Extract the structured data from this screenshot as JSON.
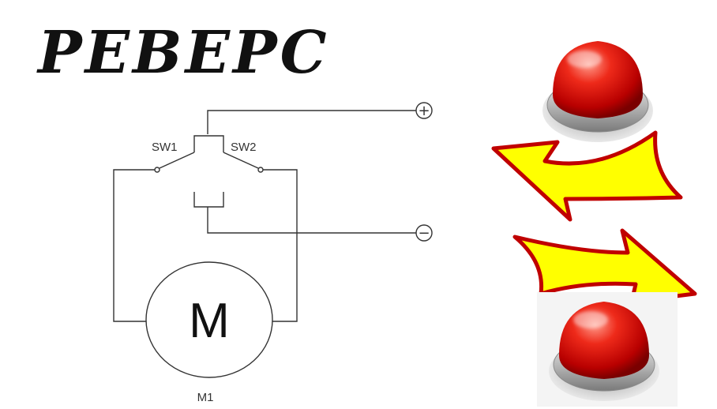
{
  "title": "РЕВЕРС",
  "diagram": {
    "plus_symbol": "+",
    "minus_symbol": "−",
    "switch1_label": "SW1",
    "switch2_label": "SW2",
    "motor_symbol": "M",
    "motor_ref": "M1"
  },
  "icons": {
    "top_button": "red-push-button-icon",
    "bottom_button": "red-push-button-icon",
    "arrow_left": "curved-arrow-left-icon",
    "arrow_right": "curved-arrow-right-icon"
  },
  "colors": {
    "button_red": "#e01010",
    "arrow_fill": "#ffff00",
    "arrow_stroke": "#c00000",
    "wire": "#333333"
  }
}
